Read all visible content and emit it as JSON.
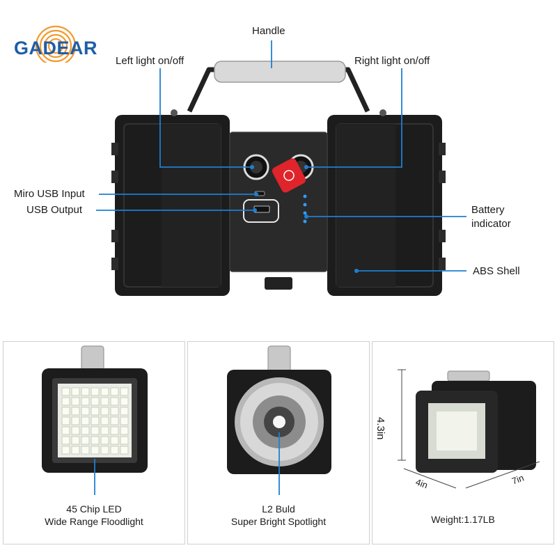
{
  "brand": {
    "logo_text": "GADEAR"
  },
  "callouts": {
    "handle": "Handle",
    "left_light": "Left light on/off",
    "right_light": "Right light on/off",
    "micro_usb": "Miro USB Input",
    "usb_output": "USB Output",
    "battery_line1": "Battery",
    "battery_line2": "indicator",
    "abs_shell": "ABS Shell"
  },
  "panels": {
    "floodlight": {
      "line1": "45 Chip LED",
      "line2": "Wide Range Floodlight"
    },
    "spotlight": {
      "line1": "L2 Buld",
      "line2": "Super Bright Spotlight"
    },
    "dimensions": {
      "height": "4.3in",
      "depth": "4in",
      "width": "7in",
      "weight": "Weight:1.17LB"
    }
  },
  "colors": {
    "brand_blue": "#1f5ea8",
    "brand_orange": "#f29a2e",
    "callout_line": "#1f7fd1",
    "body": "#1c1c1c",
    "switch_red": "#e0242b",
    "led": "#f4f7f0"
  }
}
